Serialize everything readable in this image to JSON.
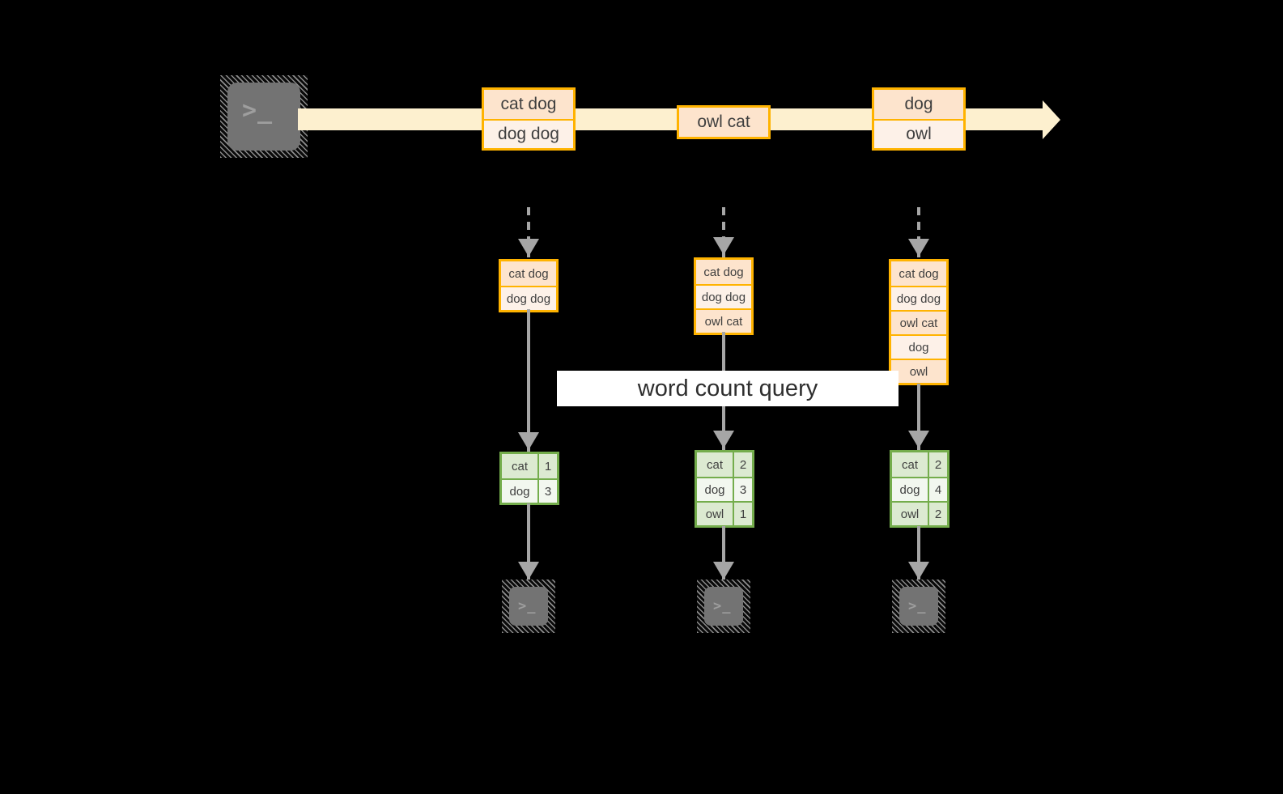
{
  "background_color": "#000000",
  "accent_orange": "#ffb300",
  "accent_green": "#74ad4c",
  "stream_fill": "#fdf0cf",
  "icons": {
    "terminal": "terminal-icon",
    "terminal_glyph": ">_",
    "stream_arrow": "stream-arrow-icon",
    "flow_arrow": "flow-arrow-icon"
  },
  "query": {
    "label": "word count query"
  },
  "stream": {
    "source_icon_name": "terminal-icon",
    "events": [
      {
        "name": "stream-event-1",
        "rows": [
          "cat dog",
          "dog dog"
        ]
      },
      {
        "name": "stream-event-2",
        "rows": [
          "owl cat"
        ]
      },
      {
        "name": "stream-event-3",
        "rows": [
          "dog",
          "owl"
        ]
      }
    ]
  },
  "snapshots": [
    {
      "name": "snapshot-1",
      "input_rows": [
        "cat dog",
        "dog dog"
      ],
      "result": {
        "rows": [
          {
            "word": "cat",
            "count": "1"
          },
          {
            "word": "dog",
            "count": "3"
          }
        ]
      }
    },
    {
      "name": "snapshot-2",
      "input_rows": [
        "cat dog",
        "dog dog",
        "owl cat"
      ],
      "result": {
        "rows": [
          {
            "word": "cat",
            "count": "2"
          },
          {
            "word": "dog",
            "count": "3"
          },
          {
            "word": "owl",
            "count": "1"
          }
        ]
      }
    },
    {
      "name": "snapshot-3",
      "input_rows": [
        "cat dog",
        "dog dog",
        "owl cat",
        "dog",
        "owl"
      ],
      "result": {
        "rows": [
          {
            "word": "cat",
            "count": "2"
          },
          {
            "word": "dog",
            "count": "4"
          },
          {
            "word": "owl",
            "count": "2"
          }
        ]
      }
    }
  ]
}
